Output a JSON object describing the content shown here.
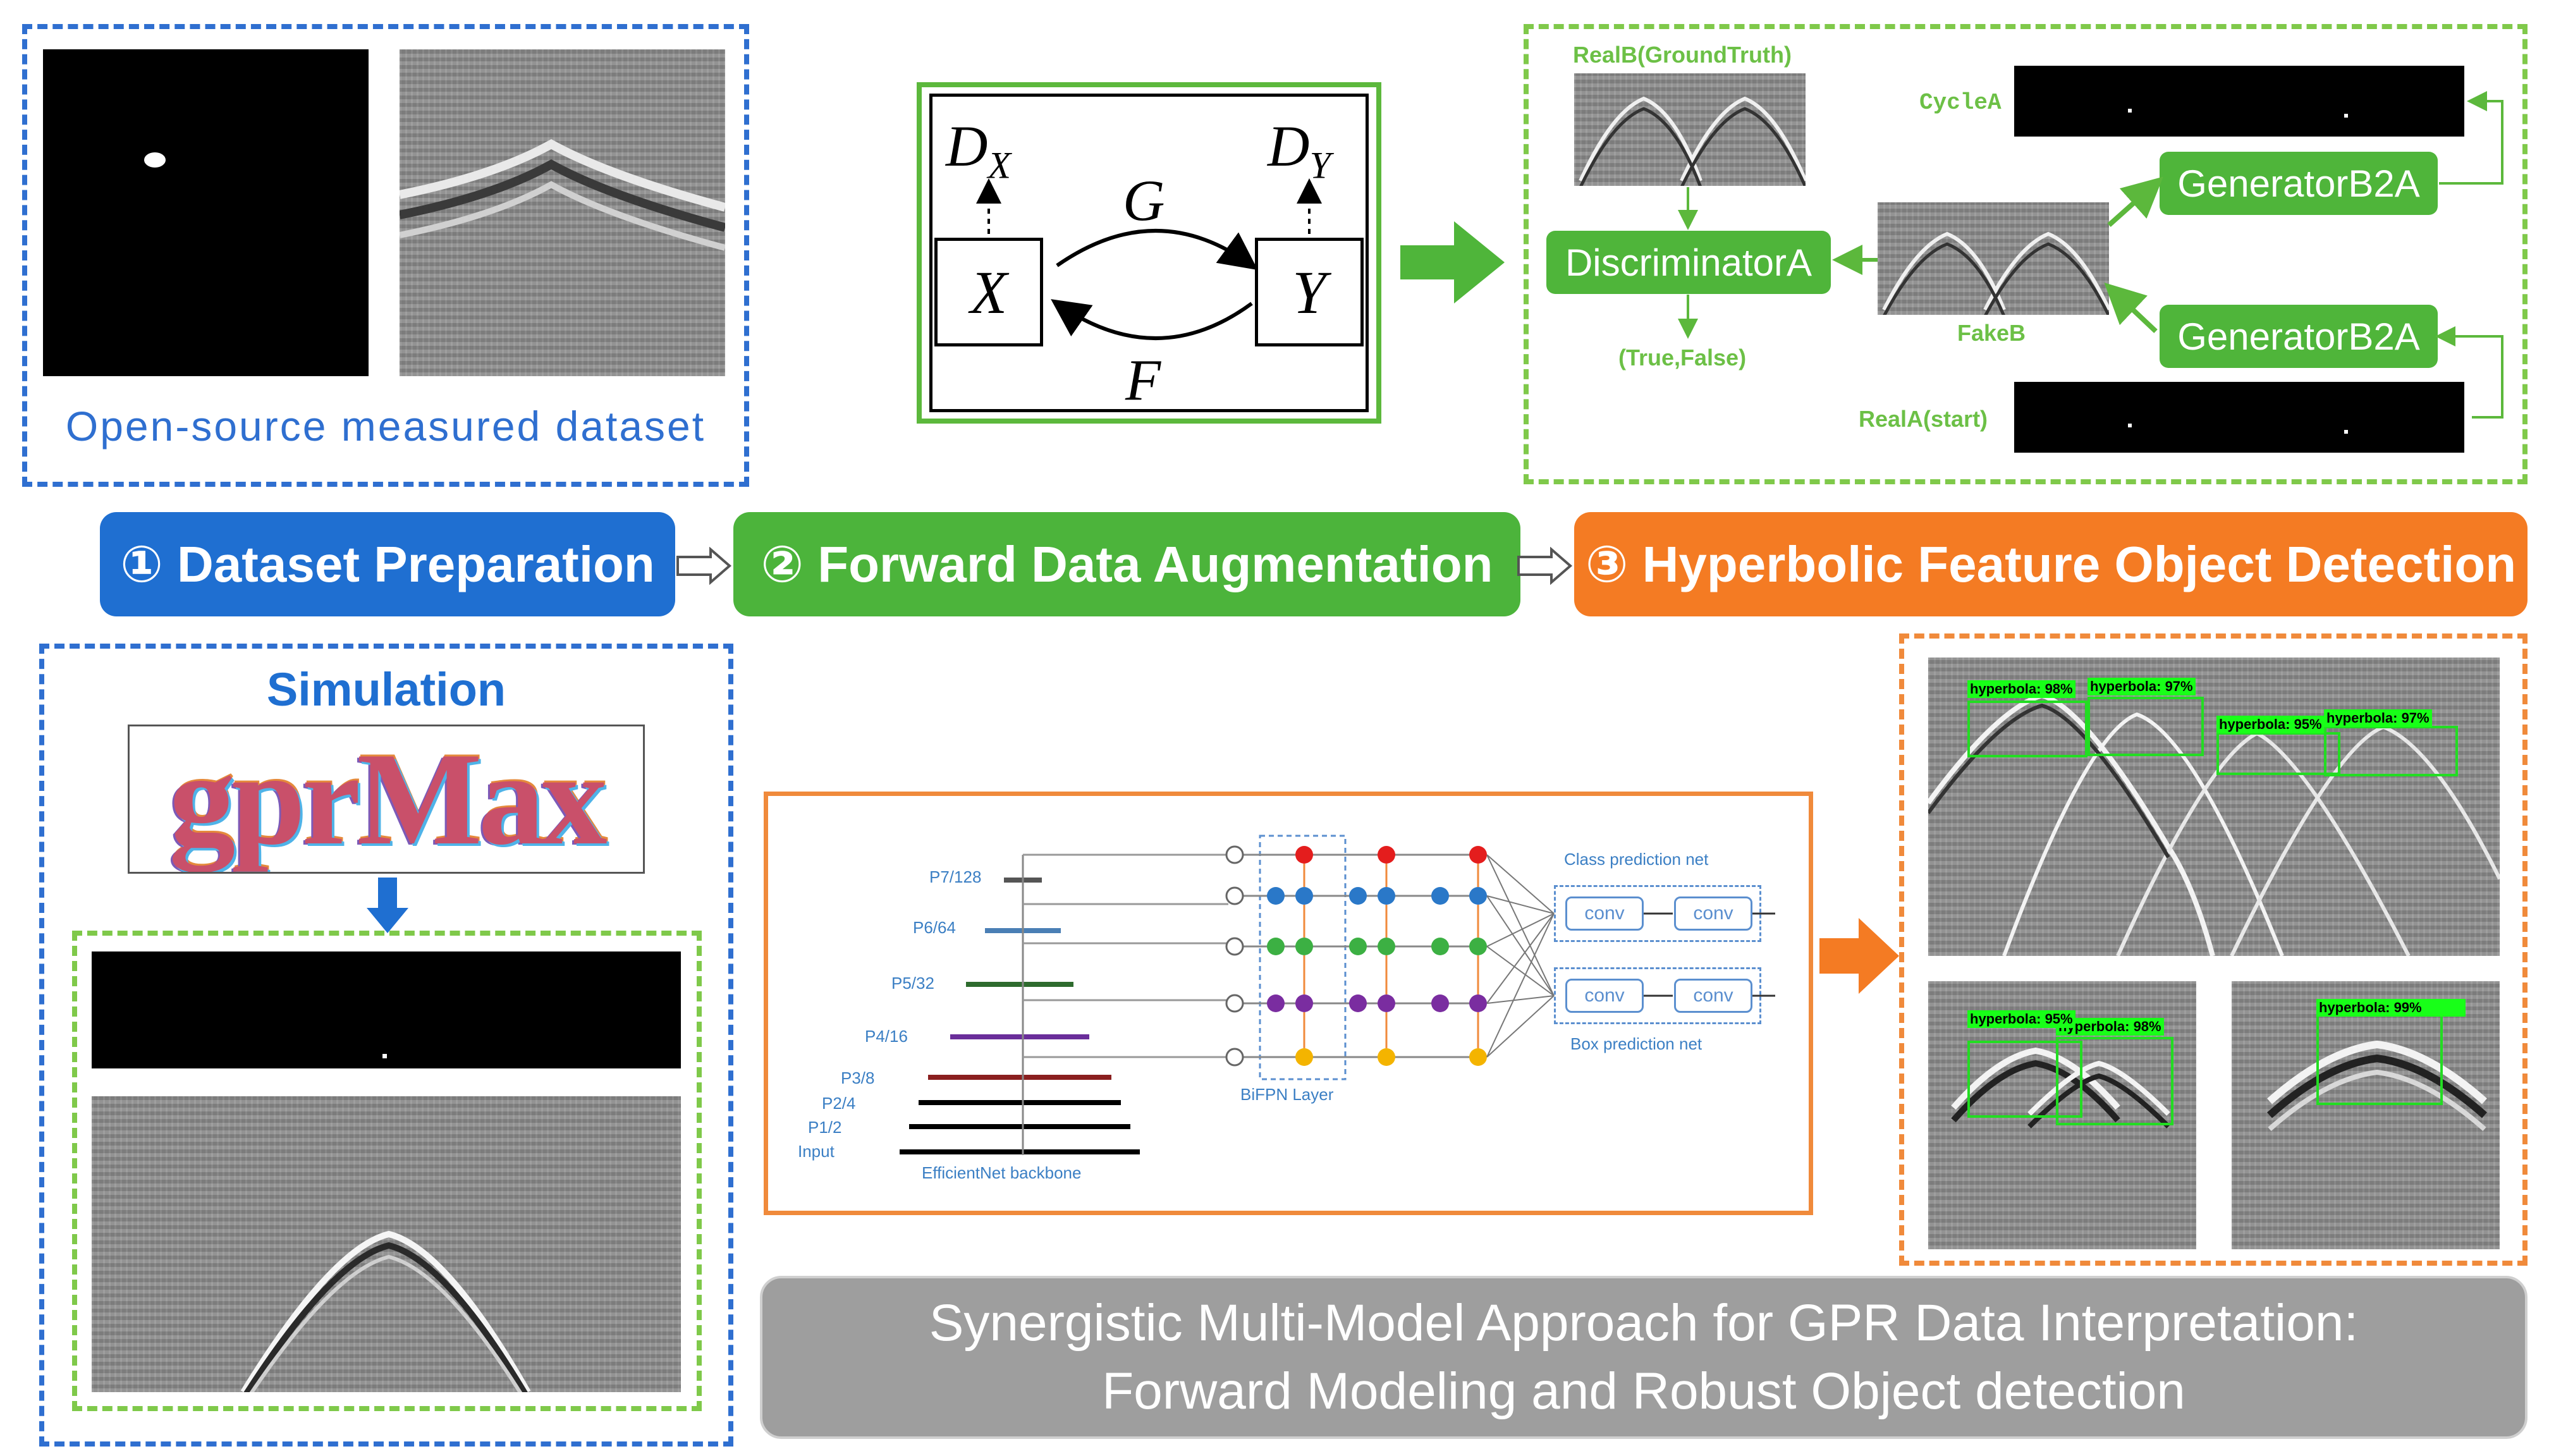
{
  "stages": [
    {
      "num": "①",
      "label": "Dataset Preparation",
      "color": "#1f6fd1"
    },
    {
      "num": "②",
      "label": "Forward Data Augmentation",
      "color": "#4cb43b"
    },
    {
      "num": "③",
      "label": "Hyperbolic Feature Object Detection",
      "color": "#f47b23"
    }
  ],
  "dataset": {
    "caption": "Open-source measured dataset"
  },
  "cyclegan": {
    "dx": "D",
    "dx_sub": "X",
    "dy": "D",
    "dy_sub": "Y",
    "g": "G",
    "f": "F",
    "x": "X",
    "y": "Y"
  },
  "gan_flow": {
    "realb": "RealB(GroundTruth)",
    "cyclea": "CycleA",
    "discriminator": "DiscriminatorA",
    "generator_top": "GeneratorB2A",
    "generator_bottom": "GeneratorB2A",
    "fakeb": "FakeB",
    "truefalse": "(True,False)",
    "reala": "RealA(start)"
  },
  "simulation": {
    "title": "Simulation",
    "logo": "gprMax"
  },
  "efficientdet": {
    "levels": [
      "P7/128",
      "P6/64",
      "P5/32",
      "P4/16",
      "P3/8",
      "P2/4",
      "P1/2",
      "Input"
    ],
    "backbone": "EfficientNet backbone",
    "bifpn": "BiFPN Layer",
    "class_net": "Class prediction net",
    "box_net": "Box prediction net",
    "conv": "conv"
  },
  "detections": {
    "top": [
      "hyperbola: 98%",
      "hyperbola: 97%",
      "hyperbola: 95%",
      "hyperbola: 97%"
    ],
    "bottom_left": [
      "hyperbola: 95%",
      "hyperbola: 98%"
    ],
    "bottom_right": [
      "hyperbola: 99%"
    ]
  },
  "summary": {
    "line1": "Synergistic Multi-Model Approach for GPR Data Interpretation:",
    "line2": "Forward Modeling and Robust Object detection"
  }
}
